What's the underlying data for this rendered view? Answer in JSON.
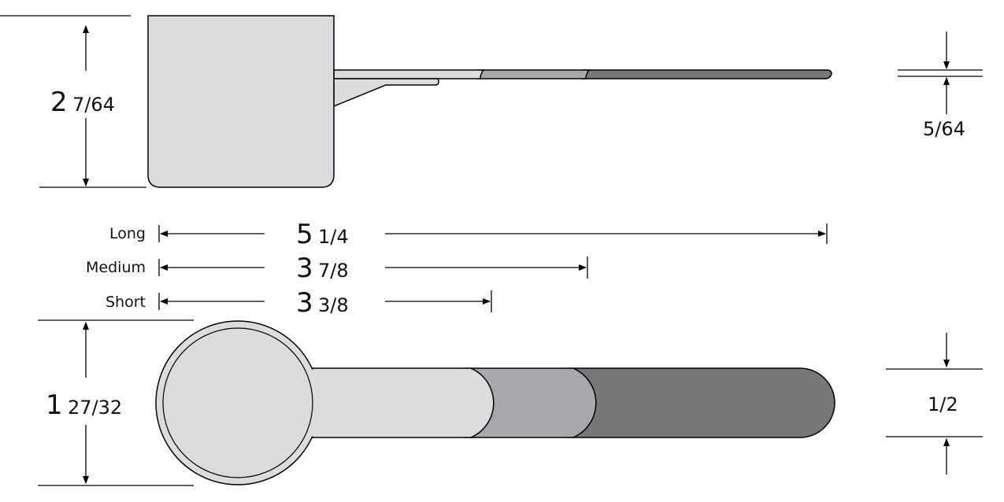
{
  "colors": {
    "light": "#dcdcde",
    "medium": "#a7a8ab",
    "dark": "#77787a"
  },
  "dimensions": {
    "cup_height": {
      "whole": "2",
      "fraction": "7/64"
    },
    "handle_thickness": {
      "fraction": "5/64"
    },
    "long": {
      "label": "Long",
      "whole": "5",
      "fraction": "1/4"
    },
    "medium": {
      "label": "Medium",
      "whole": "3",
      "fraction": "7/8"
    },
    "short": {
      "label": "Short",
      "whole": "3",
      "fraction": "3/8"
    },
    "bowl_diameter": {
      "whole": "1",
      "fraction": "27/32"
    },
    "handle_width": {
      "fraction": "1/2"
    }
  }
}
